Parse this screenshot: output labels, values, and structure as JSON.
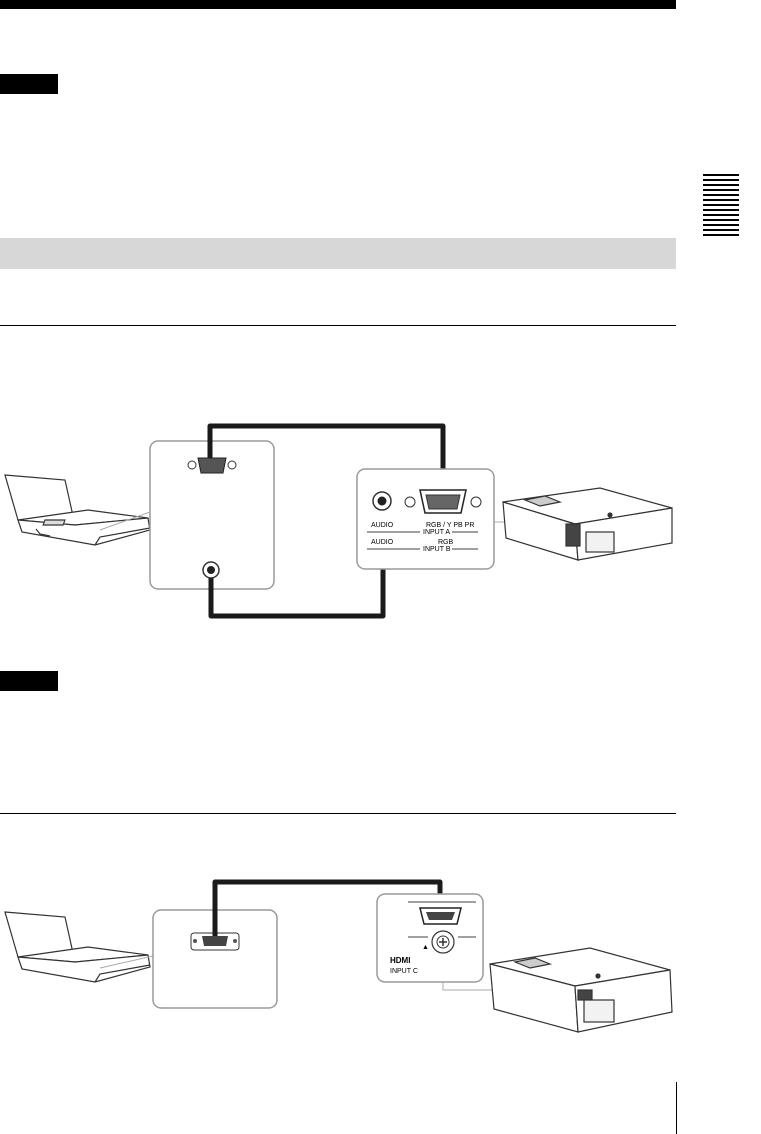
{
  "figure1": {
    "port_labels": {
      "audio_a": "AUDIO",
      "rgb_a": "RGB / Y PB PR",
      "input_a": "INPUT A",
      "audio_b": "AUDIO",
      "rgb_b": "RGB",
      "input_b": "INPUT B"
    }
  },
  "figure2": {
    "port_labels": {
      "hdmi_logo": "HDMI",
      "input_c": "INPUT C"
    }
  },
  "colors": {
    "rule": "#000000",
    "section_bar": "#d7d7d7",
    "panel_outline": "#9a9a9a",
    "cable": "#1a1a1a"
  }
}
